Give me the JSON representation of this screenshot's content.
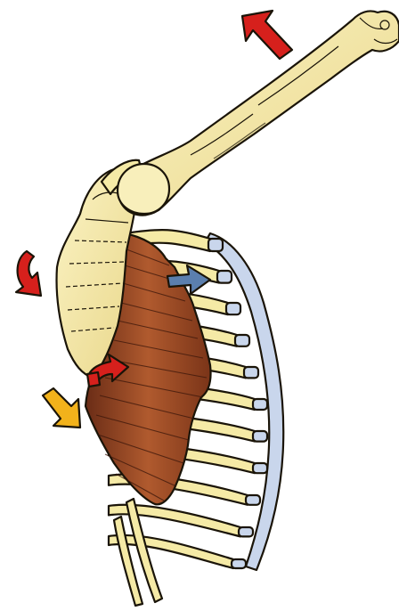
{
  "image": {
    "subject": "shoulder-and-rib-cage-anatomy-illustration"
  },
  "colors": {
    "background": "#ffffff",
    "bone": "#f5eaa6",
    "bone_shadow": "#e2c873",
    "costal_cartilage": "#c9d6ec",
    "muscle": "#a8512a",
    "muscle_dark": "#5a2412",
    "arrow_red": "#d6201c",
    "arrow_yellow": "#f2b21b",
    "arrow_blue": "#5b7fae",
    "outline": "#1a1408"
  },
  "arrows": [
    {
      "name": "arm-elevation-arrow",
      "color_key": "arrow_red",
      "meaning": "upward"
    },
    {
      "name": "scapula-rotation-arrow",
      "color_key": "arrow_red",
      "meaning": "rotation"
    },
    {
      "name": "scapula-inferior-rotation-arrow",
      "color_key": "arrow_red",
      "meaning": "rotation"
    },
    {
      "name": "scapula-depression-arrow",
      "color_key": "arrow_yellow",
      "meaning": "downward"
    },
    {
      "name": "rib-pull-arrow",
      "color_key": "arrow_blue",
      "meaning": "inward"
    }
  ]
}
